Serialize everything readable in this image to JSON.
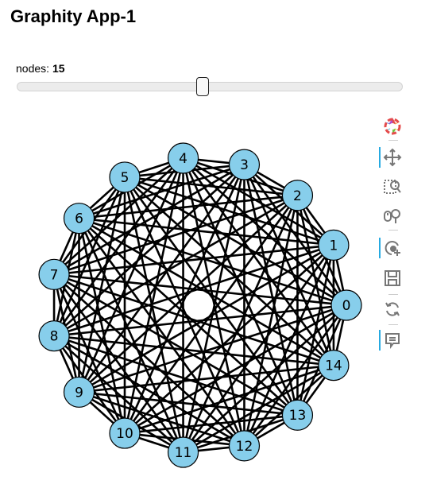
{
  "app": {
    "title": "Graphity App-1"
  },
  "slider": {
    "label": "nodes: ",
    "value": "15",
    "fraction": 0.48
  },
  "graph": {
    "node_count": 15,
    "labels": [
      "0",
      "1",
      "2",
      "3",
      "4",
      "5",
      "6",
      "7",
      "8",
      "9",
      "10",
      "11",
      "12",
      "13",
      "14"
    ],
    "node_color": "#87ceeb",
    "edge_color": "#000000",
    "complete": true
  },
  "toolbar": {
    "tools": [
      {
        "name": "bokeh-logo-icon",
        "interactable": true,
        "active": false
      },
      {
        "name": "pan-icon",
        "interactable": true,
        "active": true
      },
      {
        "name": "box-zoom-icon",
        "interactable": true,
        "active": false
      },
      {
        "name": "wheel-zoom-icon",
        "interactable": true,
        "active": false
      },
      {
        "name": "lasso-select-icon",
        "interactable": true,
        "active": true
      },
      {
        "name": "save-icon",
        "interactable": true,
        "active": false
      },
      {
        "name": "reset-icon",
        "interactable": true,
        "active": false
      },
      {
        "name": "hover-icon",
        "interactable": true,
        "active": true
      }
    ]
  },
  "colors": {
    "accent": "#26aae1",
    "node": "#87ceeb"
  }
}
